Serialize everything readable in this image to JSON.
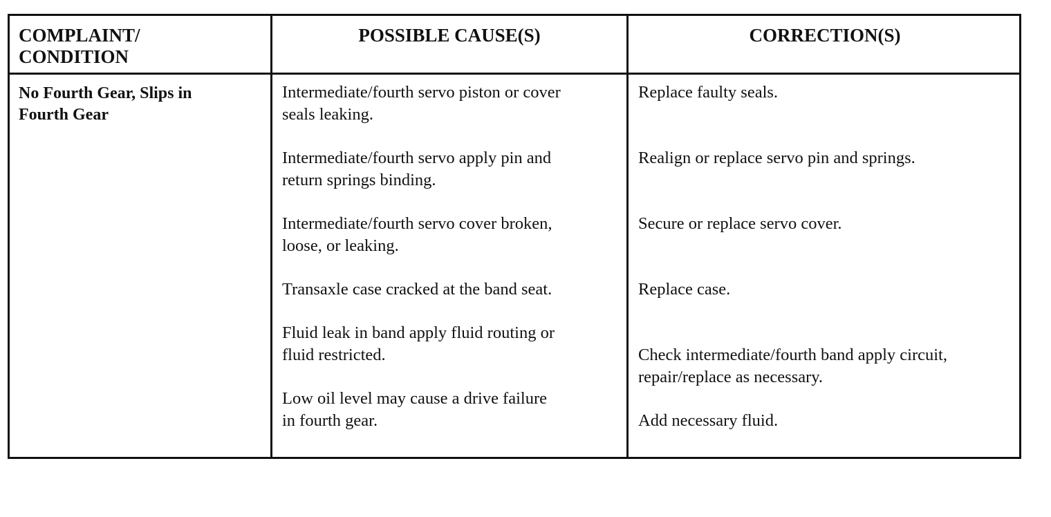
{
  "headers": {
    "complaint_line1": "COMPLAINT/",
    "complaint_line2": "CONDITION",
    "causes": "POSSIBLE CAUSE(S)",
    "corrections": "CORRECTION(S)"
  },
  "row": {
    "complaint_line1": "No Fourth Gear, Slips in",
    "complaint_line2": "Fourth Gear",
    "causes": [
      {
        "line1": "Intermediate/fourth servo piston or cover",
        "line2": "seals leaking."
      },
      {
        "line1": "Intermediate/fourth servo apply pin and",
        "line2": "return springs binding."
      },
      {
        "line1": "Intermediate/fourth servo cover broken,",
        "line2": "loose, or leaking."
      },
      {
        "line1": "Transaxle case cracked at the band seat.",
        "line2": ""
      },
      {
        "line1": "Fluid leak in band apply fluid routing or",
        "line2": "fluid restricted."
      },
      {
        "line1": "Low oil level may cause a drive failure",
        "line2": "in fourth gear."
      }
    ],
    "corrections": [
      {
        "line1": "Replace faulty seals.",
        "line2": ""
      },
      {
        "line1": "Realign or replace servo pin and springs.",
        "line2": ""
      },
      {
        "line1": "Secure or replace servo cover.",
        "line2": ""
      },
      {
        "line1": "Replace case.",
        "line2": ""
      },
      {
        "line1": "Check intermediate/fourth band apply circuit,",
        "line2": "repair/replace as necessary."
      },
      {
        "line1": "Add necessary fluid.",
        "line2": ""
      }
    ]
  }
}
